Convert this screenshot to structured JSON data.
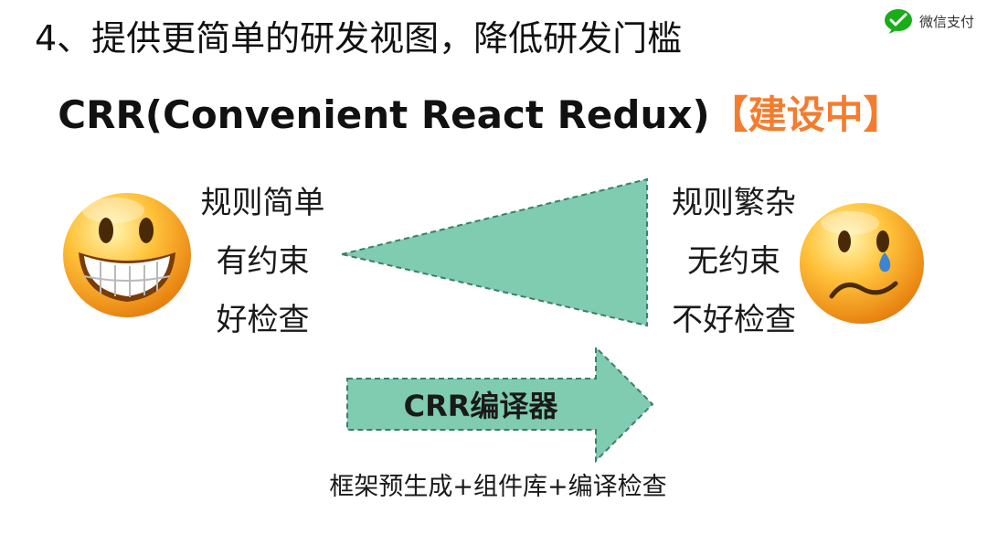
{
  "slide": {
    "heading": "4、提供更简单的研发视图，降低研发门槛",
    "subtitle": {
      "main": "CRR(Convenient React Redux)",
      "status": "【建设中】"
    },
    "watermark": {
      "brand": "微信支付",
      "icon": "wechat-icon"
    },
    "left_points": [
      "规则简单",
      "有约束",
      "好检查"
    ],
    "right_points": [
      "规则繁杂",
      "无约束",
      "不好检查"
    ],
    "arrow_label": "CRR编译器",
    "caption": "框架预生成+组件库+编译检查",
    "icons": {
      "left_face": "happy-face-icon",
      "right_face": "sad-face-icon"
    },
    "colors": {
      "shape_fill": "#7fccb0",
      "shape_stroke": "#3c7e6a",
      "status_accent": "#f47c2f",
      "wechat_green": "#1aad19",
      "face_yellow": "#f6a623"
    }
  }
}
